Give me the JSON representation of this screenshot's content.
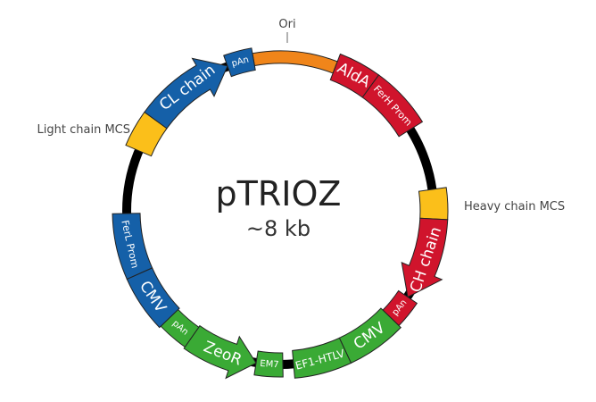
{
  "plasmid": {
    "name": "pTRIOZ",
    "size": "~8 kb"
  },
  "outer_labels": {
    "ori": "Ori",
    "light_mcs": "Light chain MCS",
    "heavy_mcs": "Heavy chain MCS"
  },
  "colors": {
    "blue": "#1560a8",
    "red": "#d0142c",
    "green": "#3aaa35",
    "orange": "#f0851a",
    "yellow": "#fbbf1a",
    "backbone": "#000000"
  },
  "features": [
    {
      "label": "",
      "name": "ori",
      "color": "#f0851a"
    },
    {
      "label": "AldA",
      "name": "alda",
      "color": "#d0142c"
    },
    {
      "label": "FerH Prom",
      "name": "ferh-prom",
      "color": "#d0142c"
    },
    {
      "label": "",
      "name": "heavy-chain-mcs",
      "color": "#fbbf1a"
    },
    {
      "label": "CH chain",
      "name": "ch-chain",
      "color": "#d0142c"
    },
    {
      "label": "pAn",
      "name": "pan-red",
      "color": "#d0142c"
    },
    {
      "label": "CMV",
      "name": "cmv-green",
      "color": "#3aaa35"
    },
    {
      "label": "EF1-HTLV",
      "name": "ef1-htlv",
      "color": "#3aaa35"
    },
    {
      "label": "EM7",
      "name": "em7",
      "color": "#3aaa35"
    },
    {
      "label": "ZeoR",
      "name": "zeor",
      "color": "#3aaa35"
    },
    {
      "label": "pAn",
      "name": "pan-green",
      "color": "#3aaa35"
    },
    {
      "label": "CMV",
      "name": "cmv-blue",
      "color": "#1560a8"
    },
    {
      "label": "FerL Prom",
      "name": "ferl-prom",
      "color": "#1560a8"
    },
    {
      "label": "",
      "name": "light-chain-mcs",
      "color": "#fbbf1a"
    },
    {
      "label": "CL chain",
      "name": "cl-chain",
      "color": "#1560a8"
    },
    {
      "label": "pAn",
      "name": "pan-blue",
      "color": "#1560a8"
    }
  ]
}
